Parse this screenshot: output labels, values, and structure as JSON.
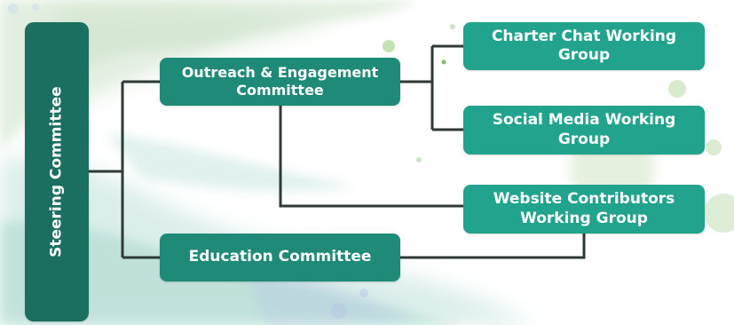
{
  "diagram": {
    "nodes": {
      "steering": {
        "label": "Steering Committee"
      },
      "outreach": {
        "label_line1": "Outreach & Engagement",
        "label_line2": "Committee"
      },
      "education": {
        "label": "Education Committee"
      },
      "charter": {
        "label_line1": "Charter Chat Working",
        "label_line2": "Group"
      },
      "social": {
        "label_line1": "Social Media Working",
        "label_line2": "Group"
      },
      "website": {
        "label_line1": "Website Contributors",
        "label_line2": "Working Group"
      }
    },
    "edges": [
      [
        "steering",
        "outreach"
      ],
      [
        "steering",
        "education"
      ],
      [
        "outreach",
        "charter"
      ],
      [
        "outreach",
        "social"
      ],
      [
        "outreach",
        "website"
      ],
      [
        "education",
        "website"
      ]
    ],
    "colors": {
      "steering": "#1b6f60",
      "committee": "#1f8a78",
      "working_group": "#22a38d",
      "connector": "#2f3a36"
    }
  }
}
